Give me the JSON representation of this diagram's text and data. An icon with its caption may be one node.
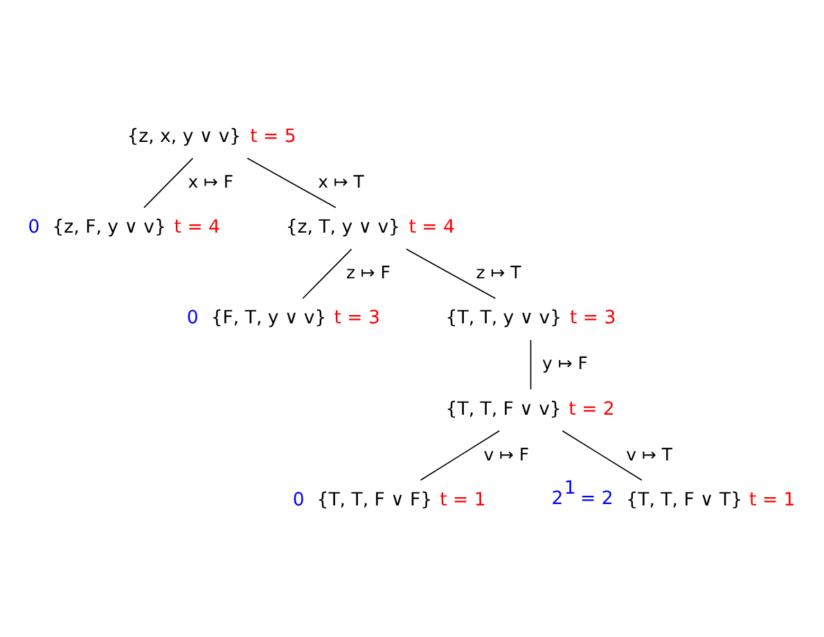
{
  "diagram": {
    "nodes": [
      {
        "text": [
          "{z, x, y ∨ v}",
          "t = 5"
        ]
      },
      {
        "text": [
          "{z, F, y ∨ v}",
          "t = 4"
        ],
        "beside": [
          "0"
        ]
      },
      {
        "text": [
          "{z, T, y ∨ v}",
          "t = 4"
        ]
      },
      {
        "text": [
          "{F, T, y ∨ v}",
          "t = 3"
        ],
        "beside": [
          "0"
        ]
      },
      {
        "text": [
          "{T, T, y ∨ v}",
          "t = 3"
        ]
      },
      {
        "text": [
          "{T, T, F ∨ v}",
          "t = 2"
        ]
      },
      {
        "text": [
          "{T, T, F ∨ F}",
          "t = 1"
        ],
        "beside": [
          "0"
        ]
      },
      {
        "text": [
          "{T, T, F ∨ T}",
          "t = 1"
        ],
        "beside": [
          "2$^{1}$ = 2"
        ]
      }
    ],
    "edges": [
      {
        "from": 0,
        "to": 1,
        "arrow": "none",
        "label": "x ↦ F"
      },
      {
        "from": 0,
        "to": 2,
        "arrow": "none",
        "label": "x ↦ T"
      },
      {
        "from": 2,
        "to": 3,
        "arrow": "none",
        "label": "z ↦ F"
      },
      {
        "from": 2,
        "to": 4,
        "arrow": "none",
        "label": "z ↦ T"
      },
      {
        "from": 4,
        "to": 5,
        "arrow": "none",
        "label": "y ↦ F"
      },
      {
        "from": 5,
        "to": 6,
        "arrow": "none",
        "label": "v ↦ F"
      },
      {
        "from": 5,
        "to": 7,
        "arrow": "none",
        "label": "v ↦ T"
      }
    ]
  }
}
